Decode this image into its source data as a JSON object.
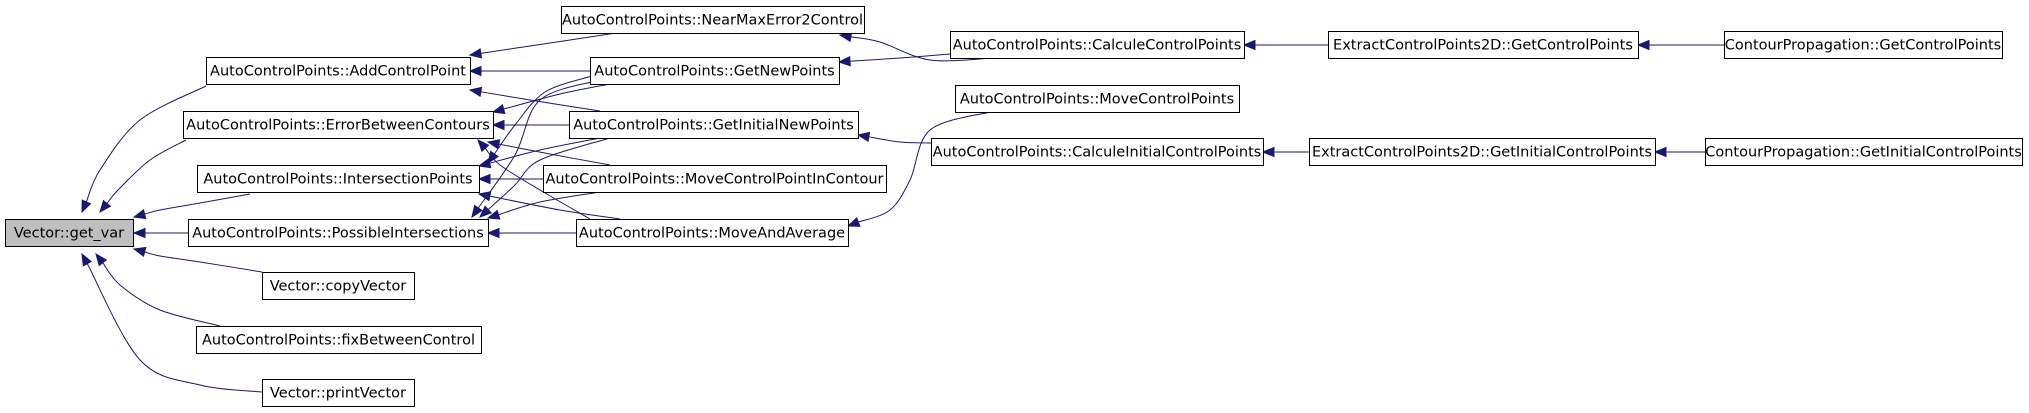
{
  "graph": {
    "root": "n0",
    "colors": {
      "edge": "#191970",
      "root_fill": "#bfbfbf",
      "node_fill": "#ffffff",
      "node_border": "#000000"
    },
    "nodes": [
      {
        "id": "n0",
        "label": "Vector::get_var"
      },
      {
        "id": "n1",
        "label": "AutoControlPoints::AddControlPoint"
      },
      {
        "id": "n2",
        "label": "AutoControlPoints::ErrorBetweenContours"
      },
      {
        "id": "n3",
        "label": "AutoControlPoints::IntersectionPoints"
      },
      {
        "id": "n4",
        "label": "AutoControlPoints::PossibleIntersections"
      },
      {
        "id": "n5",
        "label": "Vector::copyVector"
      },
      {
        "id": "n6",
        "label": "AutoControlPoints::fixBetweenControl"
      },
      {
        "id": "n7",
        "label": "Vector::printVector"
      },
      {
        "id": "n8",
        "label": "AutoControlPoints::NearMaxError2Control"
      },
      {
        "id": "n9",
        "label": "AutoControlPoints::GetNewPoints"
      },
      {
        "id": "n10",
        "label": "AutoControlPoints::GetInitialNewPoints"
      },
      {
        "id": "n11",
        "label": "AutoControlPoints::MoveControlPointInContour"
      },
      {
        "id": "n12",
        "label": "AutoControlPoints::MoveAndAverage"
      },
      {
        "id": "n13",
        "label": "AutoControlPoints::CalculeControlPoints"
      },
      {
        "id": "n14",
        "label": "AutoControlPoints::MoveControlPoints"
      },
      {
        "id": "n15",
        "label": "AutoControlPoints::CalculeInitialControlPoints"
      },
      {
        "id": "n16",
        "label": "ExtractControlPoints2D::GetControlPoints"
      },
      {
        "id": "n17",
        "label": "ExtractControlPoints2D::GetInitialControlPoints"
      },
      {
        "id": "n18",
        "label": "ContourPropagation::GetControlPoints"
      },
      {
        "id": "n19",
        "label": "ContourPropagation::GetInitialControlPoints"
      }
    ],
    "edges": [
      {
        "from": "n1",
        "to": "n0"
      },
      {
        "from": "n2",
        "to": "n0"
      },
      {
        "from": "n3",
        "to": "n0"
      },
      {
        "from": "n4",
        "to": "n0"
      },
      {
        "from": "n5",
        "to": "n0"
      },
      {
        "from": "n6",
        "to": "n0"
      },
      {
        "from": "n7",
        "to": "n0"
      },
      {
        "from": "n8",
        "to": "n1"
      },
      {
        "from": "n9",
        "to": "n1"
      },
      {
        "from": "n10",
        "to": "n1"
      },
      {
        "from": "n9",
        "to": "n2"
      },
      {
        "from": "n10",
        "to": "n2"
      },
      {
        "from": "n11",
        "to": "n2"
      },
      {
        "from": "n12",
        "to": "n2"
      },
      {
        "from": "n9",
        "to": "n3"
      },
      {
        "from": "n10",
        "to": "n3"
      },
      {
        "from": "n11",
        "to": "n3"
      },
      {
        "from": "n12",
        "to": "n3"
      },
      {
        "from": "n9",
        "to": "n4"
      },
      {
        "from": "n10",
        "to": "n4"
      },
      {
        "from": "n11",
        "to": "n4"
      },
      {
        "from": "n12",
        "to": "n4"
      },
      {
        "from": "n13",
        "to": "n8"
      },
      {
        "from": "n13",
        "to": "n9"
      },
      {
        "from": "n15",
        "to": "n10"
      },
      {
        "from": "n14",
        "to": "n12"
      },
      {
        "from": "n16",
        "to": "n13"
      },
      {
        "from": "n17",
        "to": "n15"
      },
      {
        "from": "n18",
        "to": "n16"
      },
      {
        "from": "n19",
        "to": "n17"
      }
    ]
  }
}
